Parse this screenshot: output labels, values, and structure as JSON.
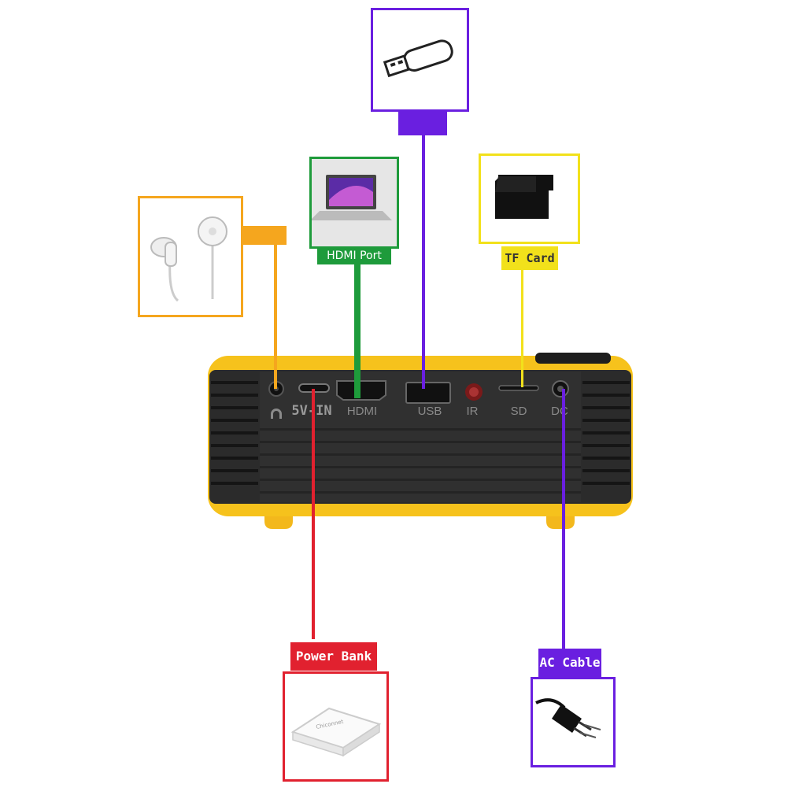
{
  "colors": {
    "orange": "#f5a61e",
    "green": "#1e9b3b",
    "purple": "#6a1fe0",
    "yellow": "#f2e11b",
    "red": "#e1212f",
    "projector_body": "#2b2b2b",
    "projector_shell": "#f6c21c"
  },
  "callouts": {
    "headphones": {
      "icon": "earphones-icon"
    },
    "hdmi": {
      "label": "HDMI Port",
      "icon": "laptop-icon"
    },
    "usb": {
      "icon": "usb-drive-icon"
    },
    "tf": {
      "label": "TF Card",
      "icon": "tf-card-icon"
    },
    "power_bank": {
      "label": "Power Bank",
      "icon": "power-bank-icon"
    },
    "ac_cable": {
      "label": "AC Cable",
      "icon": "ac-plug-icon"
    }
  },
  "projector": {
    "port_labels": {
      "power": "5V-IN",
      "hdmi": "HDMI",
      "usb": "USB",
      "ir": "IR",
      "sd": "SD",
      "dc": "DC"
    },
    "power_bank_brand": "Chiconnet"
  }
}
